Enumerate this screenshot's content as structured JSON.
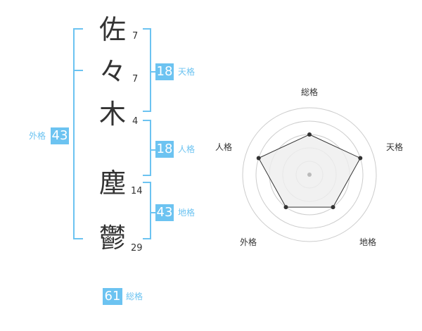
{
  "name": {
    "characters": [
      {
        "char": "佐",
        "strokes": "7"
      },
      {
        "char": "々",
        "strokes": "7"
      },
      {
        "char": "木",
        "strokes": "4"
      },
      {
        "char": "塵",
        "strokes": "14"
      },
      {
        "char": "鬱",
        "strokes": "29"
      }
    ]
  },
  "scores": {
    "tenkaku": {
      "value": "18",
      "label": "天格"
    },
    "jinkaku": {
      "value": "18",
      "label": "人格"
    },
    "chikaku": {
      "value": "43",
      "label": "地格"
    },
    "gaikaku": {
      "value": "43",
      "label": "外格"
    },
    "soukaku": {
      "value": "61",
      "label": "総格"
    }
  },
  "radar": {
    "axes": [
      "総格",
      "天格",
      "地格",
      "外格",
      "人格"
    ],
    "levels": [
      3,
      4,
      3,
      3,
      4
    ],
    "max_level": 5
  },
  "colors": {
    "accent": "#6cc3f1",
    "text": "#333333",
    "grid": "#cccccc",
    "radar_fill": "#eeeeee"
  }
}
